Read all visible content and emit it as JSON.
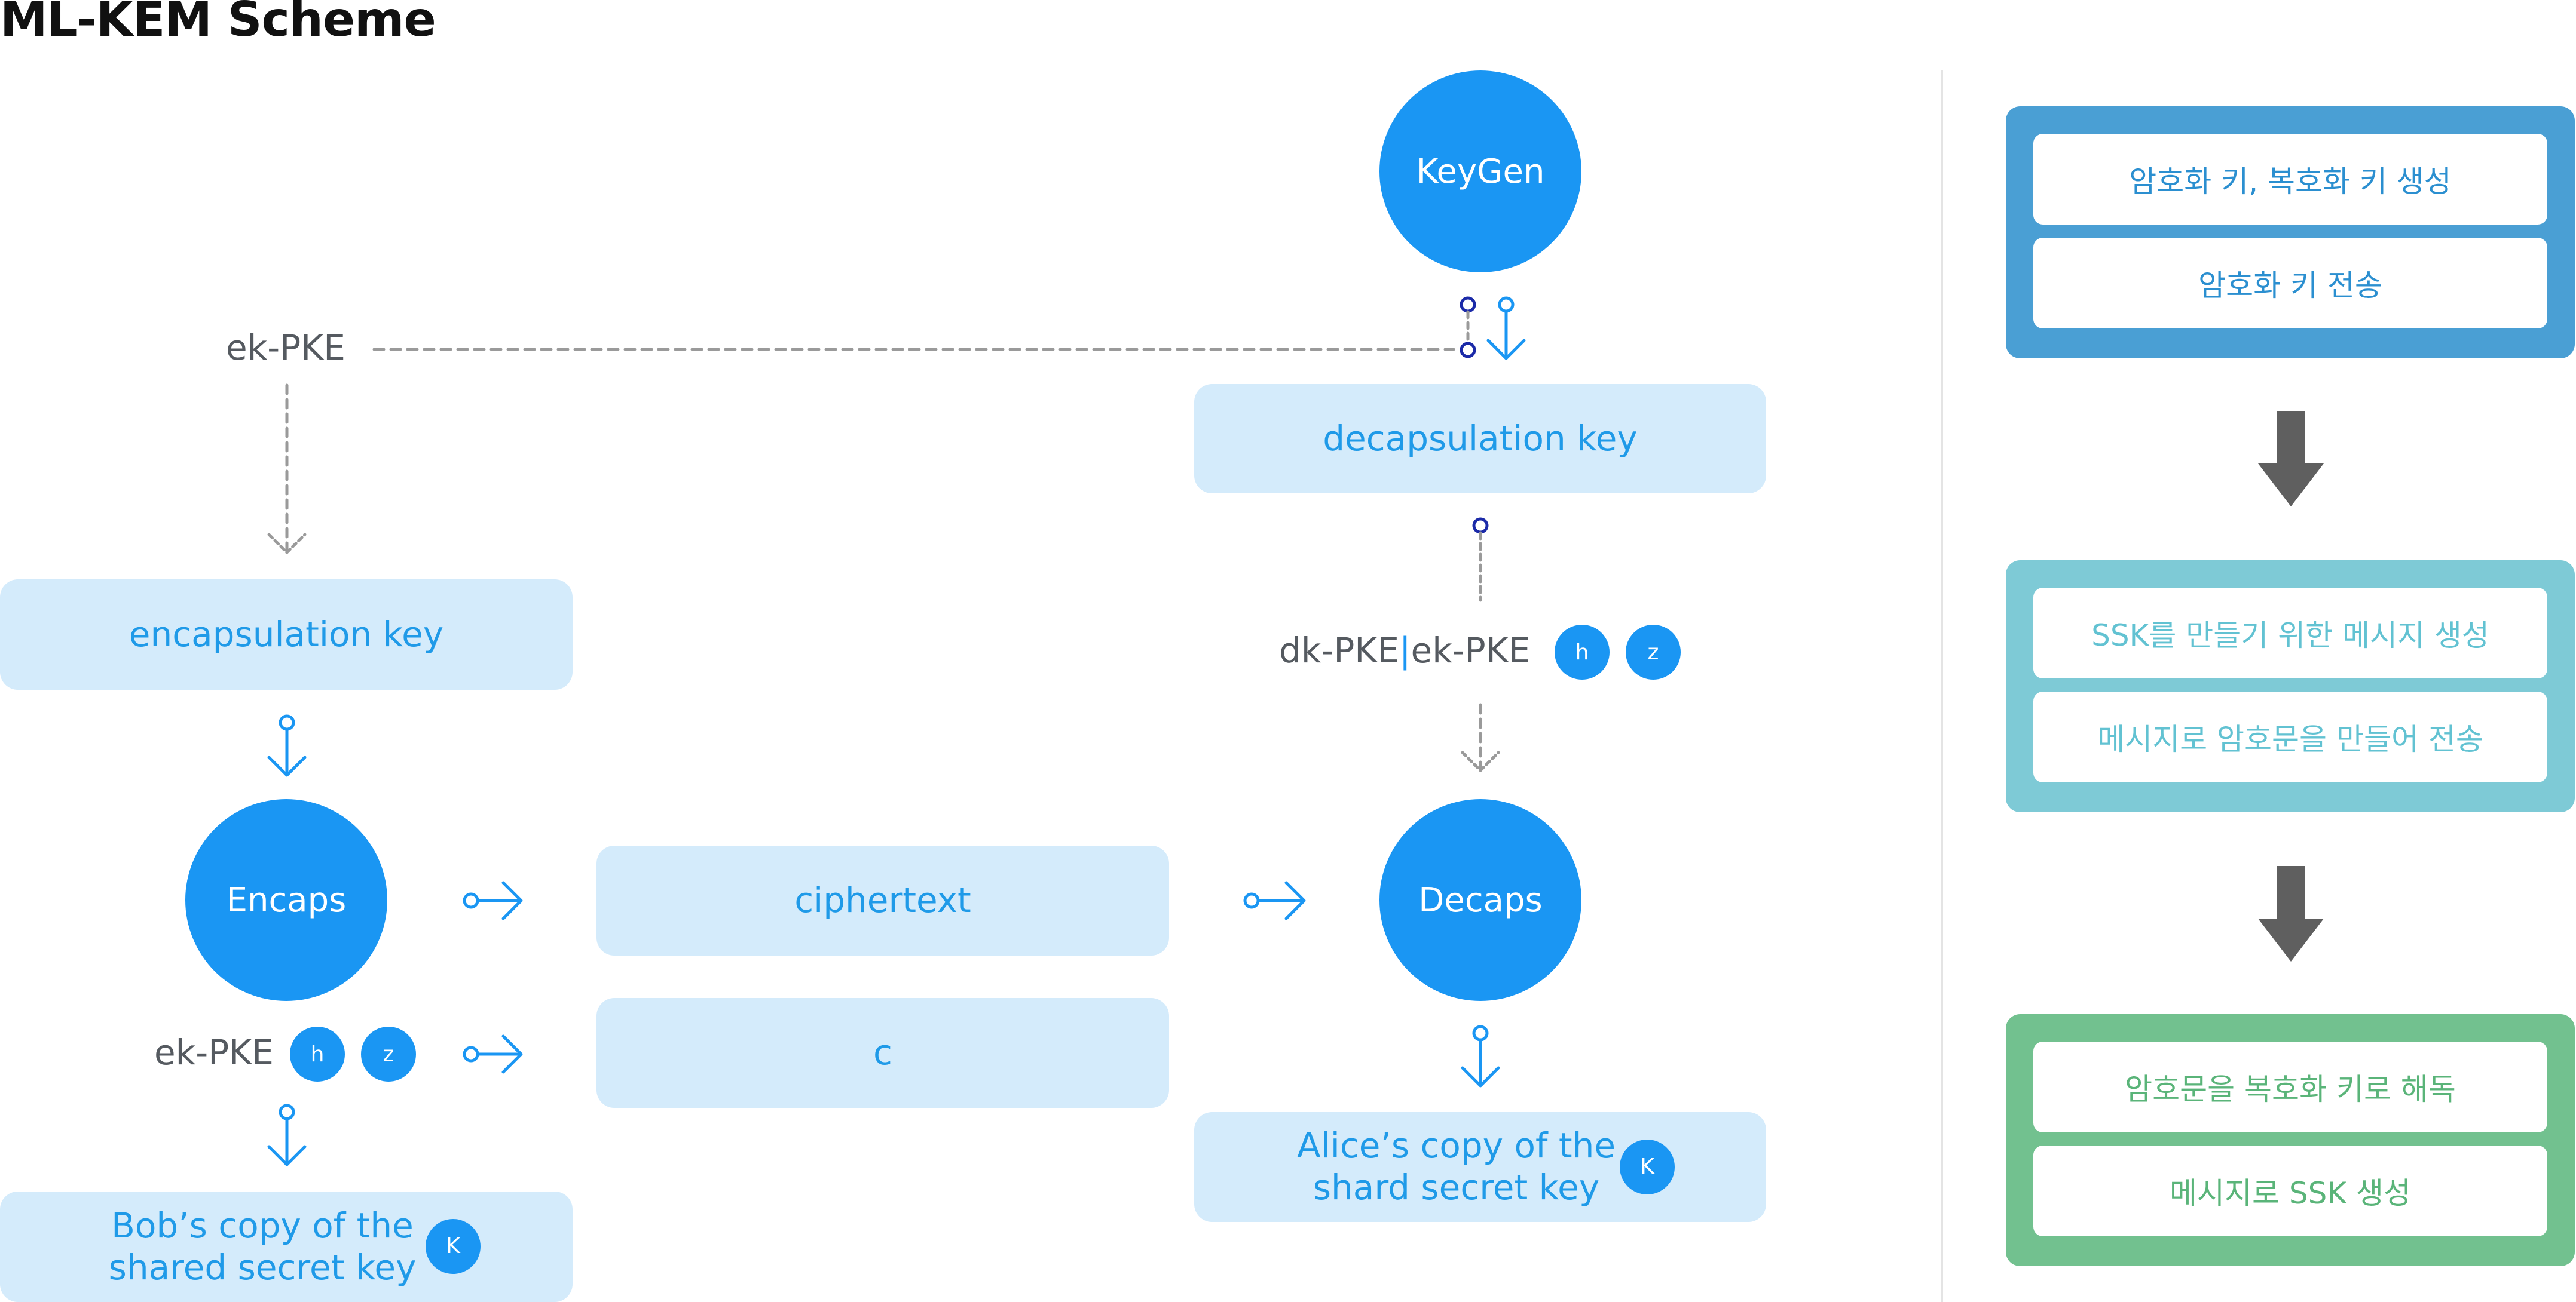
{
  "title": "ML-KEM Scheme",
  "nodes": {
    "keygen": "KeyGen",
    "encaps": "Encaps",
    "decaps": "Decaps"
  },
  "boxes": {
    "decapsulation_key": "decapsulation key",
    "encapsulation_key": "encapsulation key",
    "ciphertext": "ciphertext",
    "c": "c",
    "alice_line1": "Alice’s copy of the",
    "alice_line2": "shard secret key",
    "bob_line1": "Bob’s copy of the",
    "bob_line2": "shared secret key"
  },
  "labels": {
    "ek_pke_top": "ek-PKE",
    "dk_pke": "dk-PKE",
    "separator": "|",
    "ek_pke_right": "ek-PKE",
    "ek_pke_bottom": "ek-PKE"
  },
  "badges": {
    "h": "h",
    "z": "z",
    "k": "K"
  },
  "steps": {
    "step1": [
      "암호화 키, 복호화 키 생성",
      "암호화 키 전송"
    ],
    "step2": [
      "SSK를 만들기 위한 메시지 생성",
      "메시지로 암호문을 만들어 전송"
    ],
    "step3": [
      "암호문을 복호화 키로 해독",
      "메시지로 SSK 생성"
    ]
  },
  "colors": {
    "node": "#1a96f3",
    "box_bg": "#d4ebfb",
    "box_text": "#1f9ae8",
    "label": "#555a60",
    "panel_blue": "#4a9fd4",
    "panel_cyan": "#7ecad6",
    "panel_green": "#72c18f",
    "step_arrow": "#5f5f5f"
  }
}
